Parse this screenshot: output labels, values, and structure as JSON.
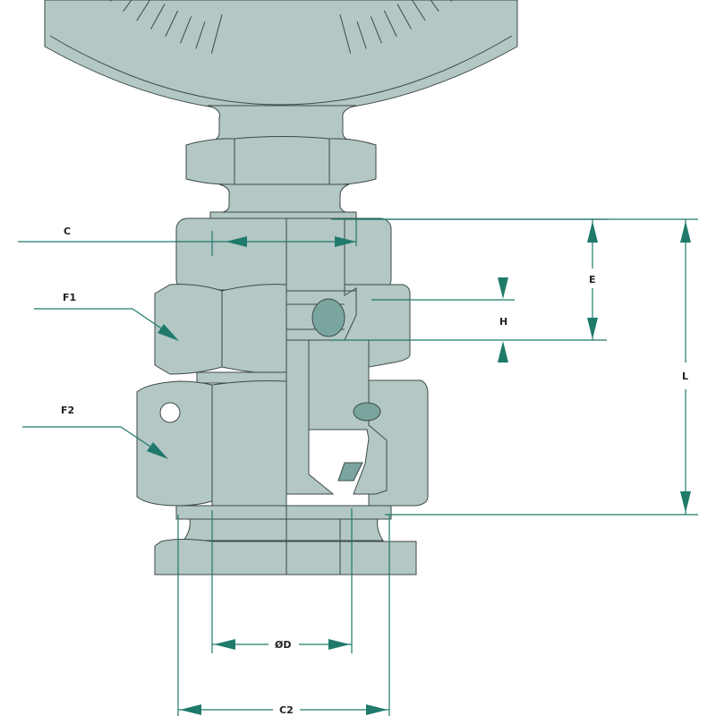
{
  "labels": {
    "c": "C",
    "f1": "F1",
    "f2": "F2",
    "e": "E",
    "h": "H",
    "l": "L",
    "od": "ØD",
    "c2": "C2"
  },
  "colors": {
    "body": "#b3c7c5",
    "dimension": "#1f7a6b",
    "seal": "#7aa59e"
  }
}
